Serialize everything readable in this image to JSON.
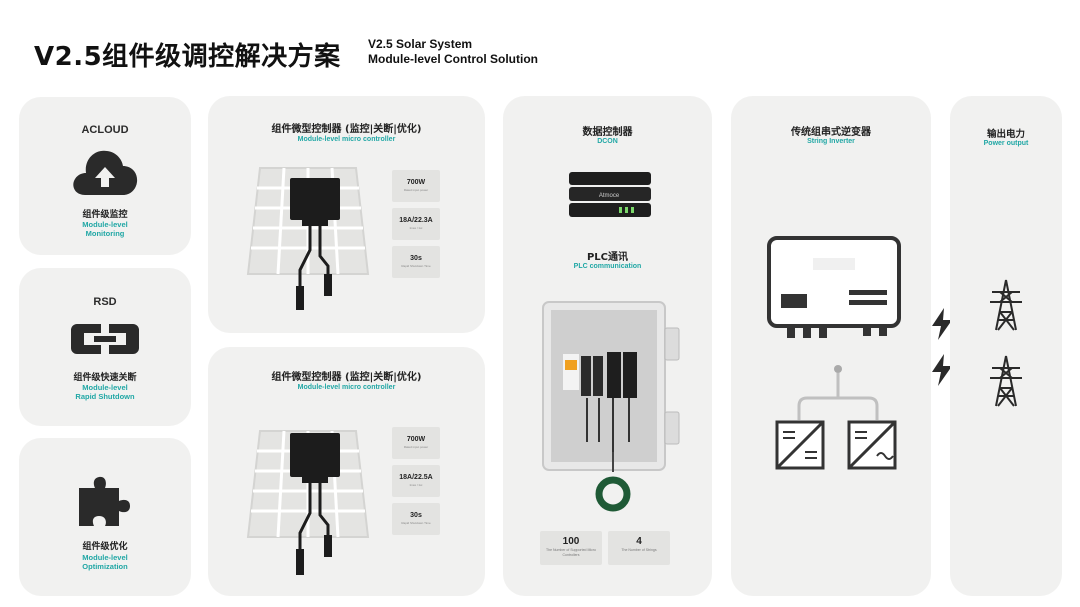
{
  "header": {
    "title": "V2.5组件级调控解决方案",
    "subtitle_line1": "V2.5 Solar System",
    "subtitle_line2": "Module-level Control Solution"
  },
  "left_cards": [
    {
      "heading": "ACLOUD",
      "icon": "cloud-upload-icon",
      "cn": "组件级监控",
      "en_line1": "Module-level",
      "en_line2": "Monitoring"
    },
    {
      "heading": "RSD",
      "icon": "link-icon",
      "cn": "组件级快速关断",
      "en_line1": "Module-level",
      "en_line2": "Rapid Shutdown"
    },
    {
      "heading": "",
      "icon": "puzzle-icon",
      "cn": "组件级优化",
      "en_line1": "Module-level",
      "en_line2": "Optimization"
    }
  ],
  "controller_cards": [
    {
      "title": "组件微型控制器 (监控|关断|优化)",
      "subtitle": "Module-level micro controller",
      "specs": [
        {
          "value": "700W",
          "label": "Rated input power"
        },
        {
          "value": "18A/22.3A",
          "label": "Imax / Isc"
        },
        {
          "value": "30s",
          "label": "Rapid Shutdown Time"
        }
      ]
    },
    {
      "title": "组件微型控制器 (监控|关断|优化)",
      "subtitle": "Module-level micro controller",
      "specs": [
        {
          "value": "700W",
          "label": "Rated input power"
        },
        {
          "value": "18A/22.5A",
          "label": "Imax / Isc"
        },
        {
          "value": "30s",
          "label": "Rapid Shutdown Time"
        }
      ]
    }
  ],
  "dcon_card": {
    "title": "数据控制器",
    "subtitle": "DCON",
    "device_brand": "Atmoce",
    "plc_title": "PLC通讯",
    "plc_subtitle": "PLC communication",
    "stats": [
      {
        "value": "100",
        "label": "The Number of Supported Micro Controllers"
      },
      {
        "value": "4",
        "label": "The Number of Strings"
      }
    ]
  },
  "inverter_card": {
    "title": "传统组串式逆变器",
    "subtitle": "String Inverter"
  },
  "output_card": {
    "title": "输出电力",
    "subtitle": "Power output"
  },
  "icons": {
    "lightning": "lightning-icon",
    "tower": "transmission-tower-icon"
  },
  "colors": {
    "accent": "#21a7a5",
    "card_bg": "#f1f1f0",
    "dark": "#2a2a2a"
  }
}
